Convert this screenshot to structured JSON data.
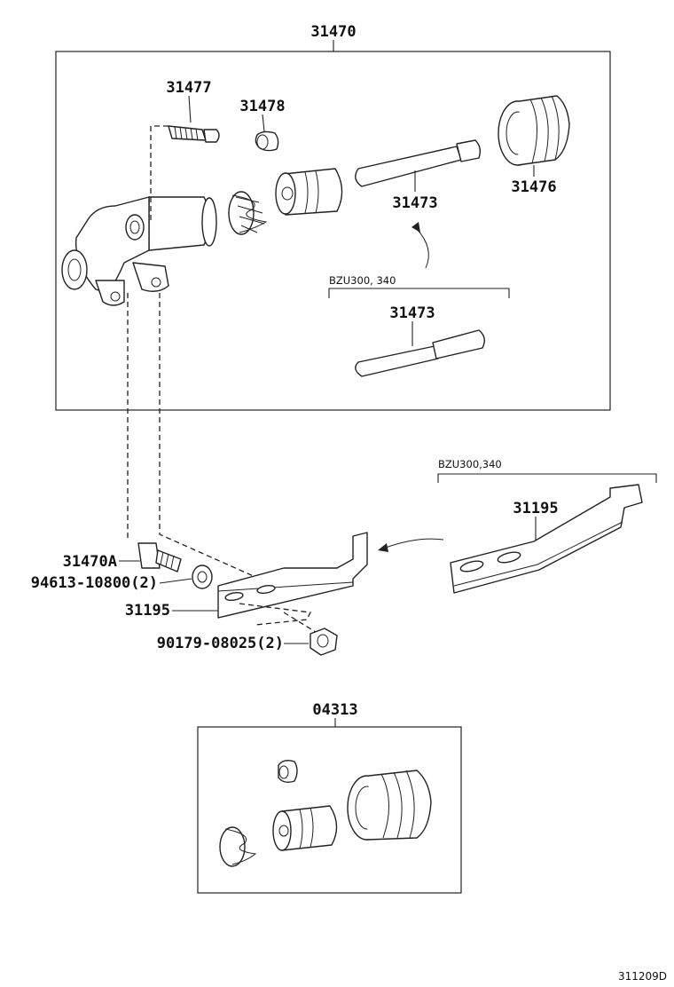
{
  "assembly_main": {
    "number": "31470"
  },
  "cylinder_parts": {
    "bleeder_plug": "31477",
    "cap": "31478",
    "push_rod": "31473",
    "boot": "31476"
  },
  "variant_top": {
    "label": "BZU300, 340",
    "push_rod": "31473"
  },
  "mounting": {
    "stud": "31470A",
    "washer": "94613-10800(2)",
    "bracket": "31195",
    "nut": "90179-08025(2)"
  },
  "variant_bracket": {
    "label": "BZU300,340",
    "bracket": "31195"
  },
  "repair_kit": {
    "number": "04313"
  },
  "figure_code": "311209D"
}
